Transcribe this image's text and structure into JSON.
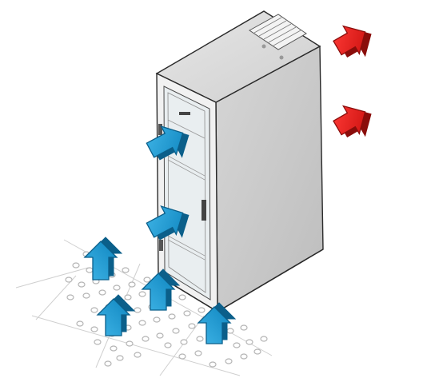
{
  "colors": {
    "cool_air": "#1e9fd6",
    "cool_air_dark": "#0b5f8a",
    "hot_air": "#e8201e",
    "hot_air_dark": "#8a0d0b",
    "rack_side": "#c9c9c9",
    "rack_top": "#d9d9d9",
    "rack_front": "#eeeeee",
    "outline": "#2a2a2a",
    "floor_line": "#c8c8c8"
  },
  "icons": {
    "cool_air": "cool-air-arrow-icon",
    "hot_air": "hot-air-arrow-icon",
    "perforated_tile": "perforated-floor-tile-icon"
  },
  "diagram": {
    "cool_air_inflow_front": 2,
    "cool_air_up_from_floor": 4,
    "hot_air_exhaust_rear": 2
  }
}
